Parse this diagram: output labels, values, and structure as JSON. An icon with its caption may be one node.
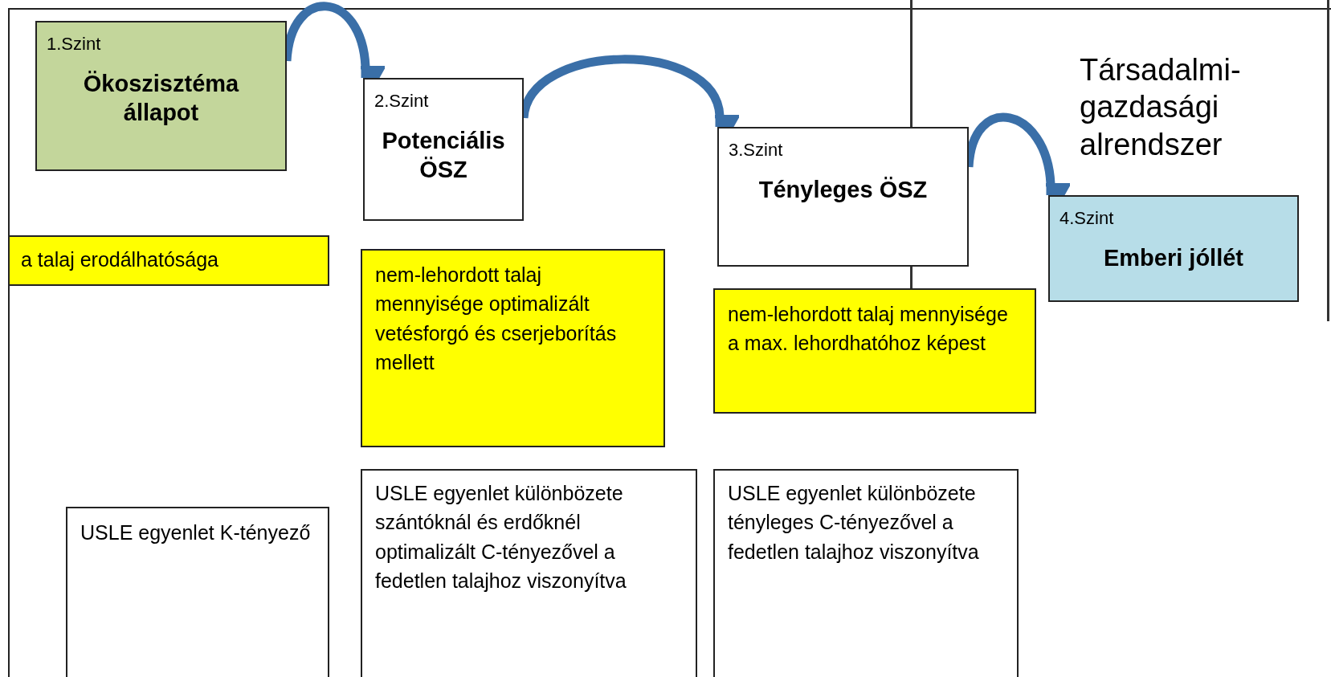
{
  "diagram": {
    "nodes": [
      {
        "text": [
          "1.Szint",
          "Ökoszisztéma állapot"
        ]
      },
      {
        "text": [
          "2.Szint",
          "Potenciális ÖSZ"
        ]
      },
      {
        "text": [
          "3.Szint",
          "Tényleges ÖSZ"
        ]
      },
      {
        "text": [
          "4.Szint",
          "Emberi jóllét"
        ]
      },
      {
        "text": [
          "a talaj erodálhatósága"
        ]
      },
      {
        "text": [
          "nem-lehordott talaj mennyisége optimalizált vetésforgó és cserjeborítás mellett"
        ]
      },
      {
        "text": [
          "nem-lehordott talaj mennyisége a max. lehordhatóhoz képest"
        ]
      },
      {
        "text": [
          "USLE egyenlet K-tényező"
        ]
      },
      {
        "text": [
          "USLE egyenlet különbözete szántóknál és erdőknél optimalizált C-tényezővel a fedetlen talajhoz viszonyítva"
        ]
      },
      {
        "text": [
          "USLE egyenlet különbözete tényleges C-tényezővel a fedetlen talajhoz viszonyítva"
        ]
      }
    ],
    "edges": [
      {
        "from": 0,
        "to": 1,
        "arrow": "to"
      },
      {
        "from": 1,
        "to": 2,
        "arrow": "to"
      },
      {
        "from": 2,
        "to": 3,
        "arrow": "to"
      }
    ],
    "labels": [
      "Társadalmi-gazdasági alrendszer"
    ]
  }
}
